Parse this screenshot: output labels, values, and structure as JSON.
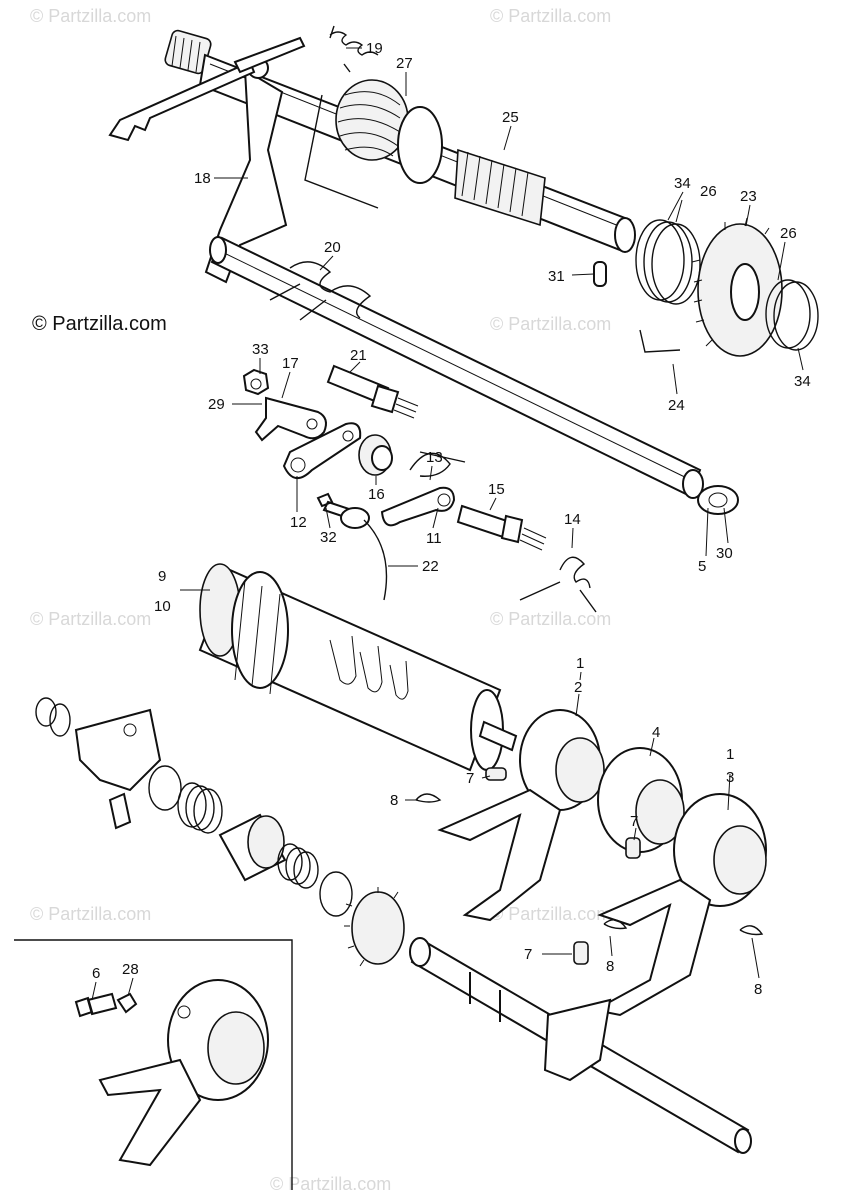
{
  "watermarks": [
    {
      "text": "© Partzilla.com"
    },
    {
      "text": "© Partzilla.com"
    },
    {
      "text": "© Partzilla.com"
    },
    {
      "text": "© Partzilla.com"
    },
    {
      "text": "© Partzilla.com"
    },
    {
      "text": "© Partzilla.com"
    },
    {
      "text": "© Partzilla.com"
    },
    {
      "text": "© Partzilla.com"
    }
  ],
  "main_watermark": "© Partzilla.com",
  "callouts": [
    {
      "text": "19"
    },
    {
      "text": "27"
    },
    {
      "text": "25"
    },
    {
      "text": "18"
    },
    {
      "text": "34"
    },
    {
      "text": "26"
    },
    {
      "text": "23"
    },
    {
      "text": "26"
    },
    {
      "text": "20"
    },
    {
      "text": "31"
    },
    {
      "text": "34"
    },
    {
      "text": "24"
    },
    {
      "text": "33"
    },
    {
      "text": "21"
    },
    {
      "text": "17"
    },
    {
      "text": "29"
    },
    {
      "text": "13"
    },
    {
      "text": "16"
    },
    {
      "text": "15"
    },
    {
      "text": "12"
    },
    {
      "text": "32"
    },
    {
      "text": "11"
    },
    {
      "text": "14"
    },
    {
      "text": "5"
    },
    {
      "text": "30"
    },
    {
      "text": "22"
    },
    {
      "text": "9"
    },
    {
      "text": "10"
    },
    {
      "text": "1"
    },
    {
      "text": "2"
    },
    {
      "text": "4"
    },
    {
      "text": "1"
    },
    {
      "text": "3"
    },
    {
      "text": "7"
    },
    {
      "text": "8"
    },
    {
      "text": "7"
    },
    {
      "text": "7"
    },
    {
      "text": "8"
    },
    {
      "text": "8"
    },
    {
      "text": "6"
    },
    {
      "text": "28"
    }
  ]
}
